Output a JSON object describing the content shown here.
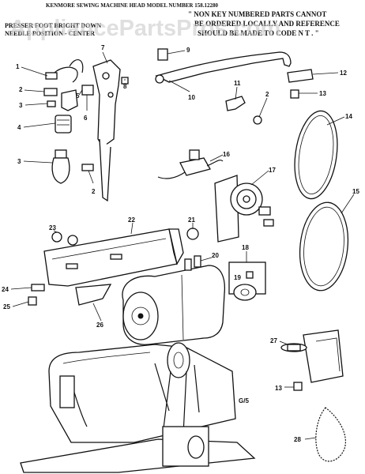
{
  "header": {
    "model_line": "KENMORE SEWING MACHINE HEAD   MODEL NUMBER 158.12280",
    "note_line1": "\" NON KEY NUMBERED PARTS CANNOT",
    "note_line2": "BE ORDERED LOCALLY AND REFERENCE",
    "note_line3": "SHOULD BE MADE TO CODE N T . \"",
    "press_line1": "PRESSER FOOT BRIGHT DOWN",
    "press_line2": "NEEDLE POSITION - CENTER"
  },
  "watermark": "AppliancePartsPros.com",
  "figure_code": "G/5",
  "callouts": [
    "1",
    "2",
    "3",
    "4",
    "3",
    "2",
    "5",
    "6",
    "7",
    "8",
    "9",
    "10",
    "11",
    "2",
    "12",
    "13",
    "14",
    "15",
    "16",
    "17",
    "18",
    "19",
    "20",
    "21",
    "22",
    "23",
    "24",
    "25",
    "26",
    "27",
    "13",
    "28"
  ]
}
